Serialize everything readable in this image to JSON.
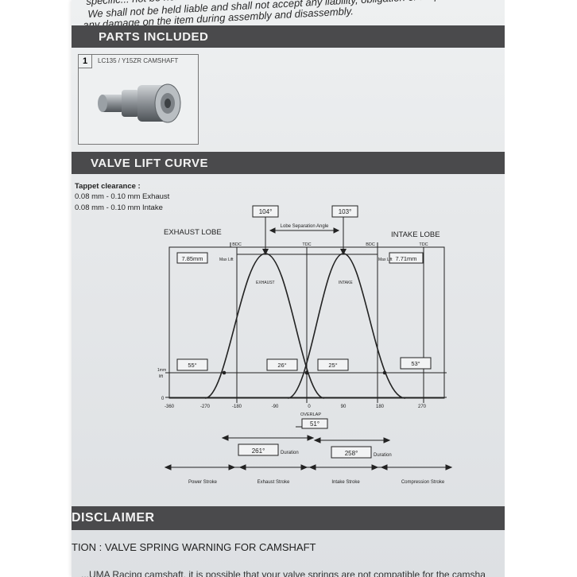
{
  "notice": {
    "line1": "specific... not be held liable and shall not accept any liability, obligation or responsibility whatsoever for",
    "line2": "We shall not be held liable and shall not accept any liability, obligation or responsibility whatsoe",
    "line3": "any damage on the item during assembly and disassembly."
  },
  "parts": {
    "heading": "PARTS INCLUDED",
    "item_number": "1",
    "item_label": "LC135 / Y15ZR CAMSHAFT"
  },
  "valve": {
    "heading": "VALVE LIFT CURVE",
    "tappet_title": "Tappet clearance :",
    "tappet_exhaust": "0.08 mm - 0.10 mm  Exhaust",
    "tappet_intake": "0.08 mm - 0.10 mm  Intake"
  },
  "diagram": {
    "exhaust_lobe": "EXHAUST LOBE",
    "intake_lobe": "INTAKE LOBE",
    "exhaust_peak_deg": "104°",
    "intake_peak_deg": "103°",
    "lobe_sep": "Lobe Separation Angle",
    "bdc_left": "BDC",
    "tdc_mid": "TDC",
    "bdc_right": "BDC",
    "tdc_right": "TDC",
    "max_lift_exhaust": "7.85mm",
    "max_lift_intake": "7.71mm",
    "max_lift_label": "Max Lift",
    "exhaust_label": "EXHAUST",
    "intake_label": "INTAKE",
    "y_1mm": "1mm",
    "y_lift": "lift",
    "y_zero": "0",
    "ex_open_deg": "55°",
    "ex_close_deg": "26°",
    "in_open_deg": "25°",
    "in_close_deg": "53°",
    "ticks": [
      "-360",
      "-270",
      "-180",
      "-90",
      "0",
      "90",
      "180",
      "270"
    ],
    "overlap_label": "OVERLAP",
    "overlap_deg": "51°",
    "ex_duration": "261°",
    "in_duration": "258°",
    "duration_label": "Duration",
    "strokes": [
      "Power Stroke",
      "Exhaust Stroke",
      "Intake Stroke",
      "Compression Stroke"
    ]
  },
  "disclaimer": {
    "heading": "DISCLAIMER",
    "caution": "TION : VALVE SPRING WARNING FOR CAMSHAFT",
    "body": "...UMA Racing camshaft, it is possible that your valve springs are not compatible for the camsha"
  },
  "colors": {
    "band": "#4a4a4c",
    "ink": "#222222"
  }
}
